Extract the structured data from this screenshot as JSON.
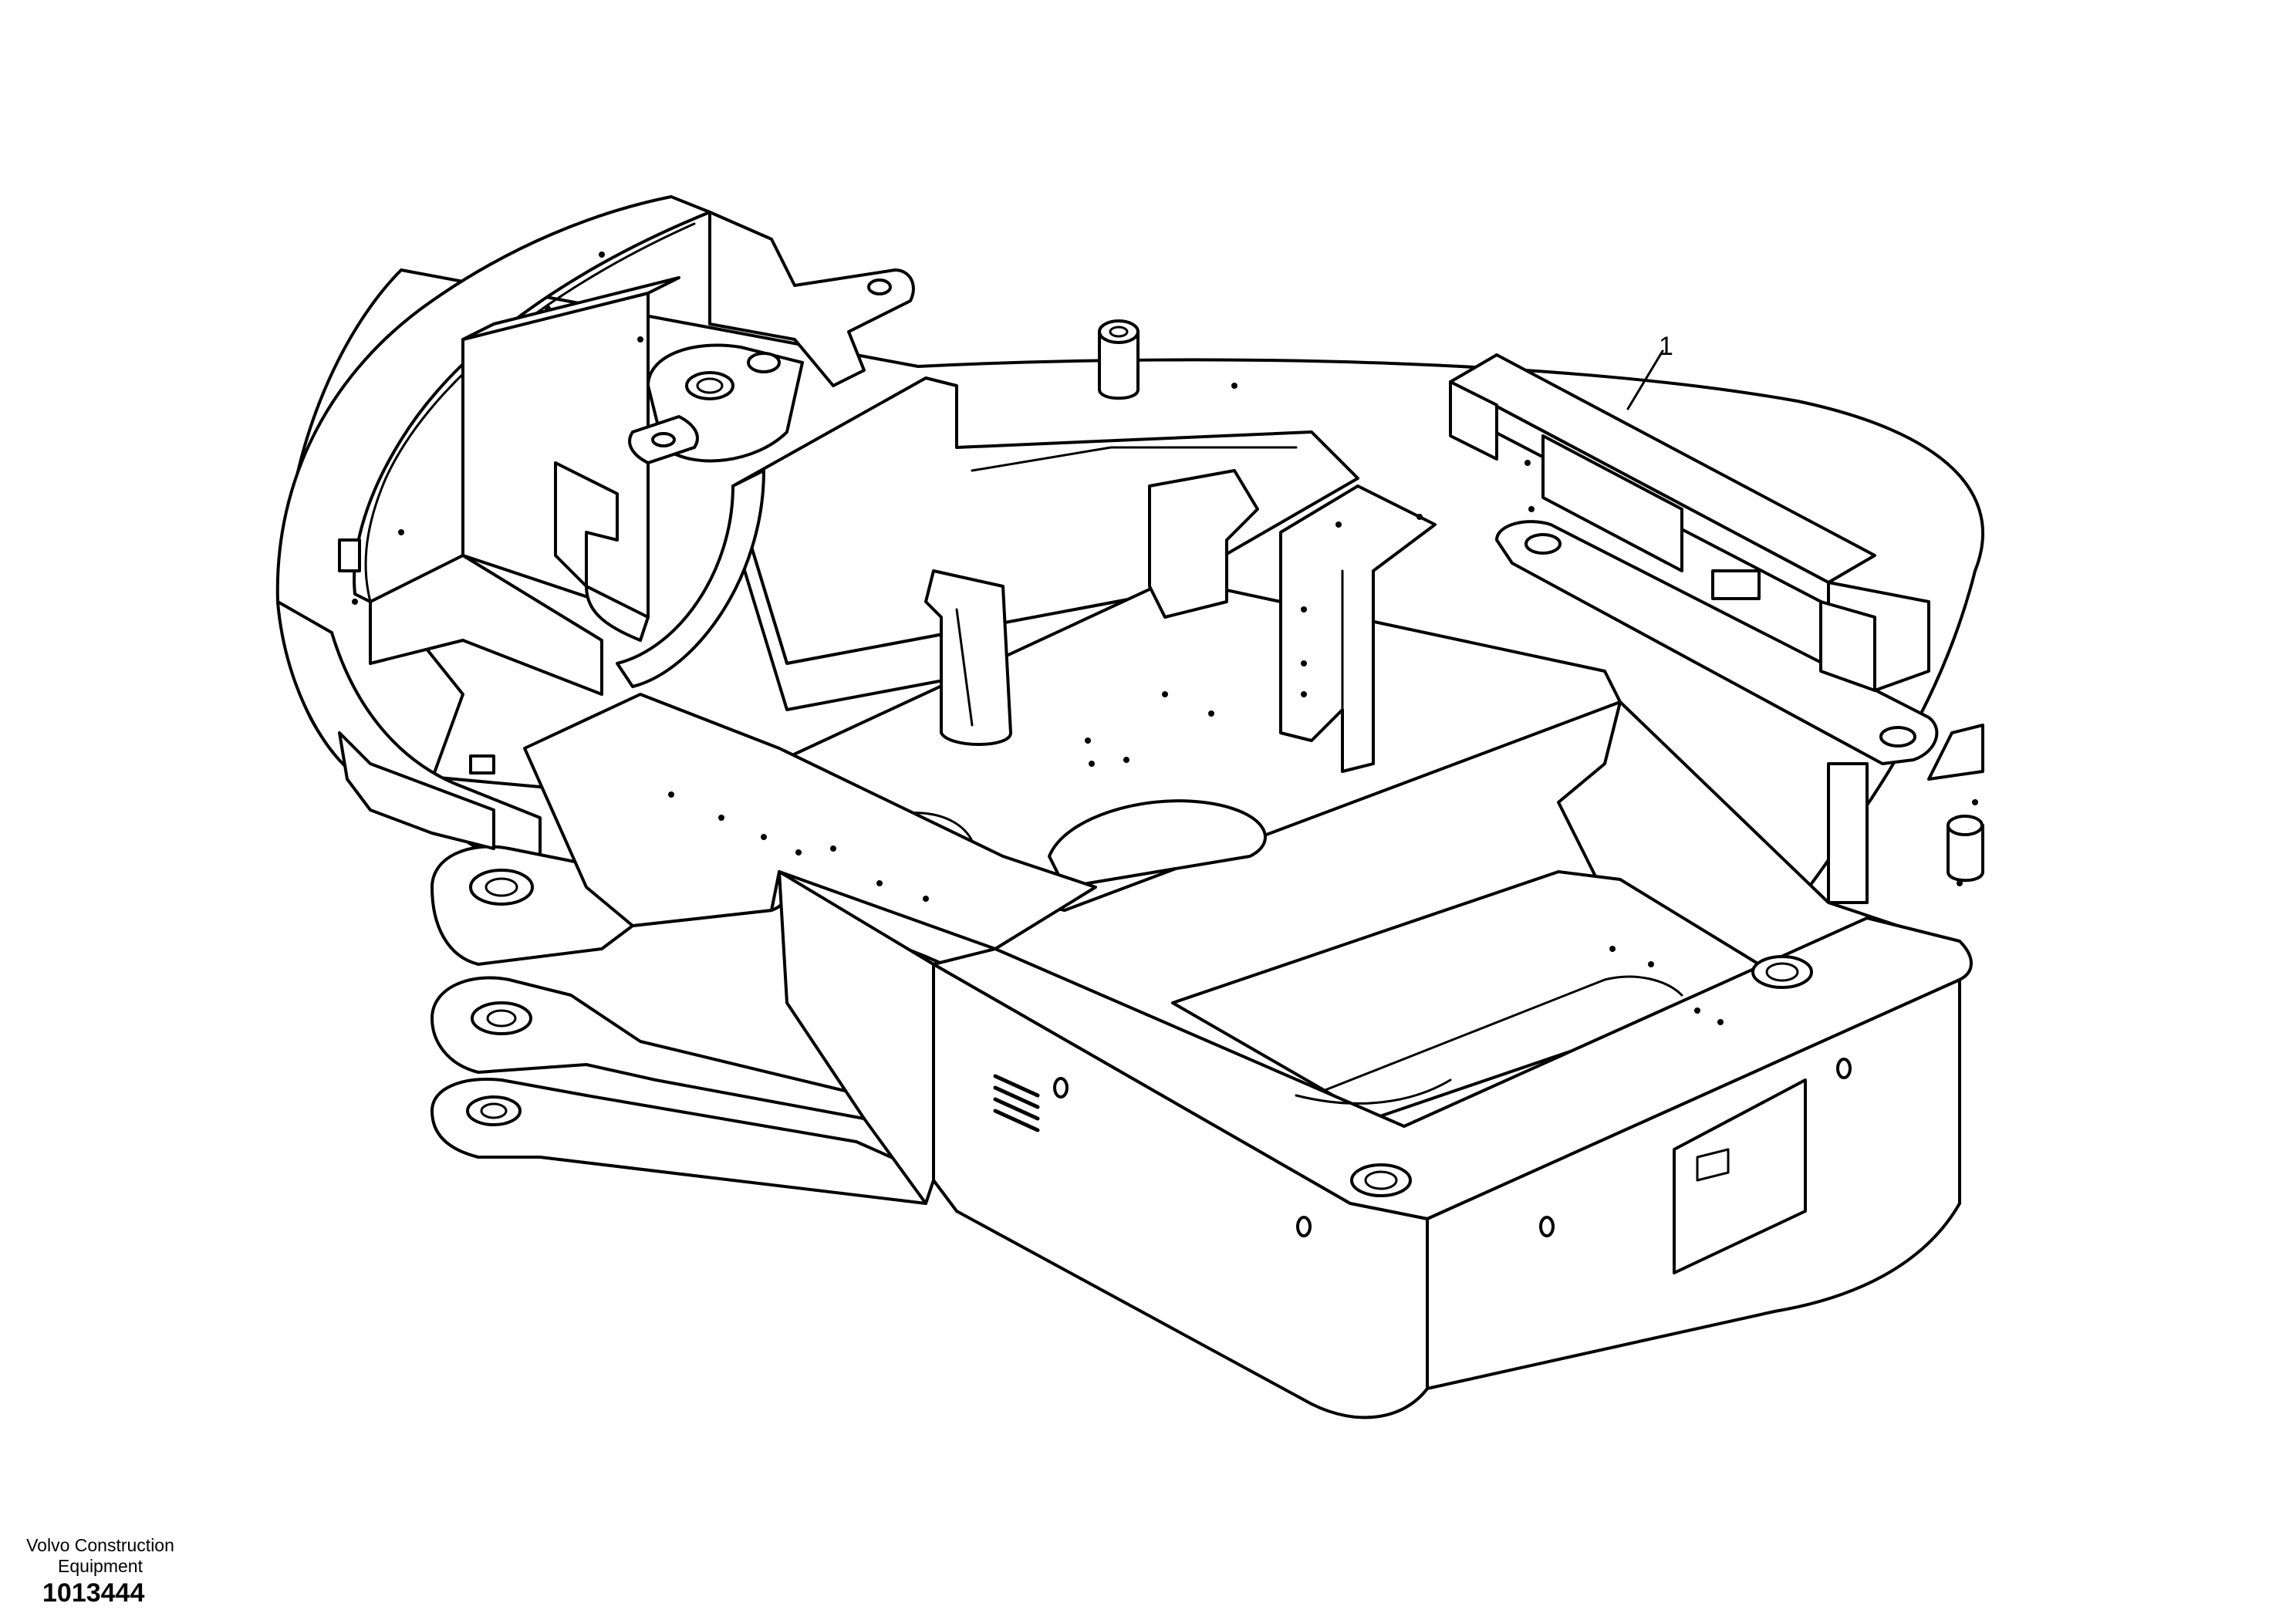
{
  "diagram": {
    "callouts": [
      {
        "label": "1"
      }
    ]
  },
  "footer": {
    "credit_line1": "Volvo Construction",
    "credit_line2": "Equipment",
    "document_number": "1013444"
  }
}
